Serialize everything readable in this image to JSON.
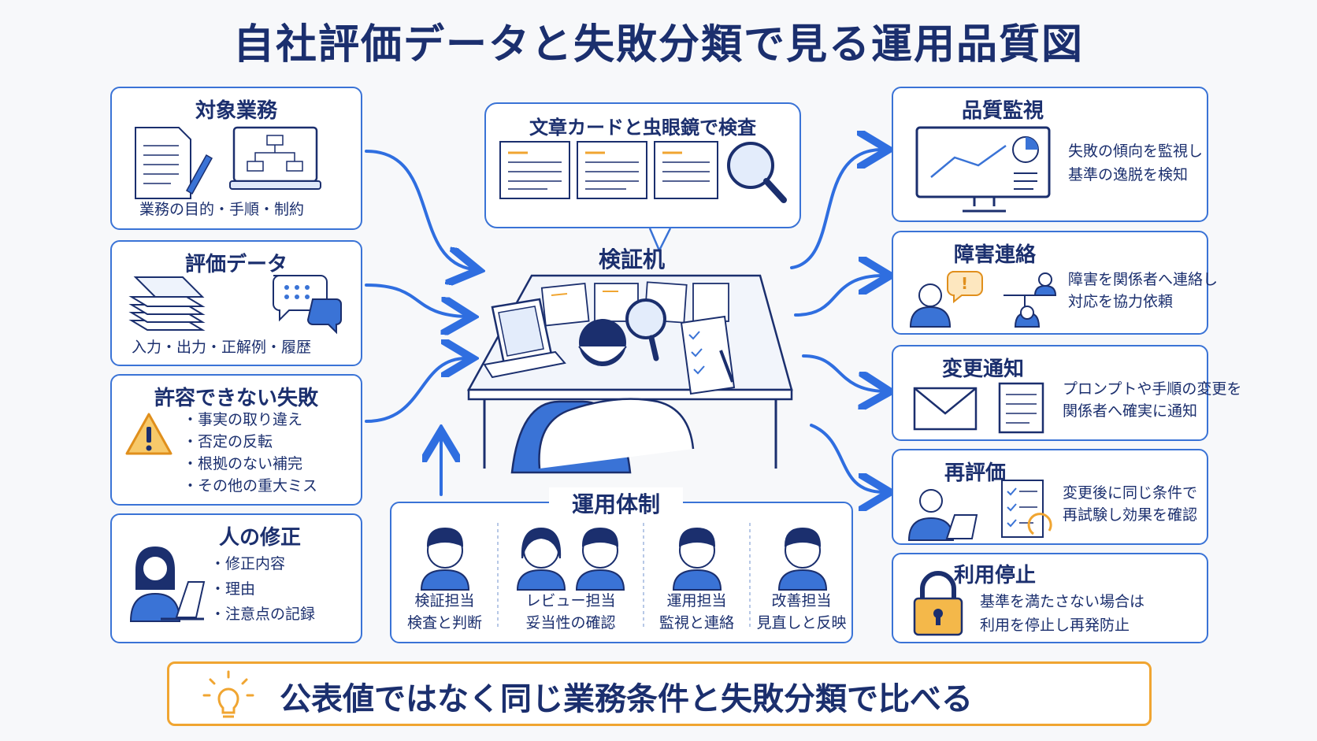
{
  "title": "自社評価データと失敗分類で見る運用品質図",
  "left": {
    "target_work": {
      "title": "対象業務",
      "caption": "業務の目的・手順・制約"
    },
    "eval_data": {
      "title": "評価データ",
      "caption": "入力・出力・正解例・履歴"
    },
    "unacceptable": {
      "title": "許容できない失敗",
      "items": [
        "・事実の取り違え",
        "・否定の反転",
        "・根拠のない補完",
        "・その他の重大ミス"
      ]
    },
    "human_fix": {
      "title": "人の修正",
      "items": [
        "・修正内容",
        "・理由",
        "・注意点の記録"
      ]
    }
  },
  "center": {
    "inspect_card": {
      "title": "文章カードと虫眼鏡で検査"
    },
    "desk_label": "検証机"
  },
  "team": {
    "title": "運用体制",
    "roles": [
      {
        "name": "検証担当",
        "desc": "検査と判断"
      },
      {
        "name": "レビュー担当",
        "desc": "妥当性の確認"
      },
      {
        "name": "運用担当",
        "desc": "監視と連絡"
      },
      {
        "name": "改善担当",
        "desc": "見直しと反映"
      }
    ]
  },
  "right": {
    "monitor": {
      "title": "品質監視",
      "lines": [
        "失敗の傾向を監視し",
        "基準の逸脱を検知"
      ]
    },
    "incident": {
      "title": "障害連絡",
      "lines": [
        "障害を関係者へ連絡し",
        "対応を協力依頼"
      ]
    },
    "change": {
      "title": "変更通知",
      "lines": [
        "プロンプトや手順の変更を",
        "関係者へ確実に通知"
      ]
    },
    "reeval": {
      "title": "再評価",
      "lines": [
        "変更後に同じ条件で",
        "再試験し効果を確認"
      ]
    },
    "stop": {
      "title": "利用停止",
      "lines": [
        "基準を満たさない場合は",
        "利用を停止し再発防止"
      ]
    }
  },
  "footer": {
    "text": "公表値ではなく同じ業務条件と失敗分類で比べる"
  },
  "colors": {
    "accent": "#3a73d6",
    "navy": "#1b2f6e",
    "orange": "#f0a531"
  }
}
